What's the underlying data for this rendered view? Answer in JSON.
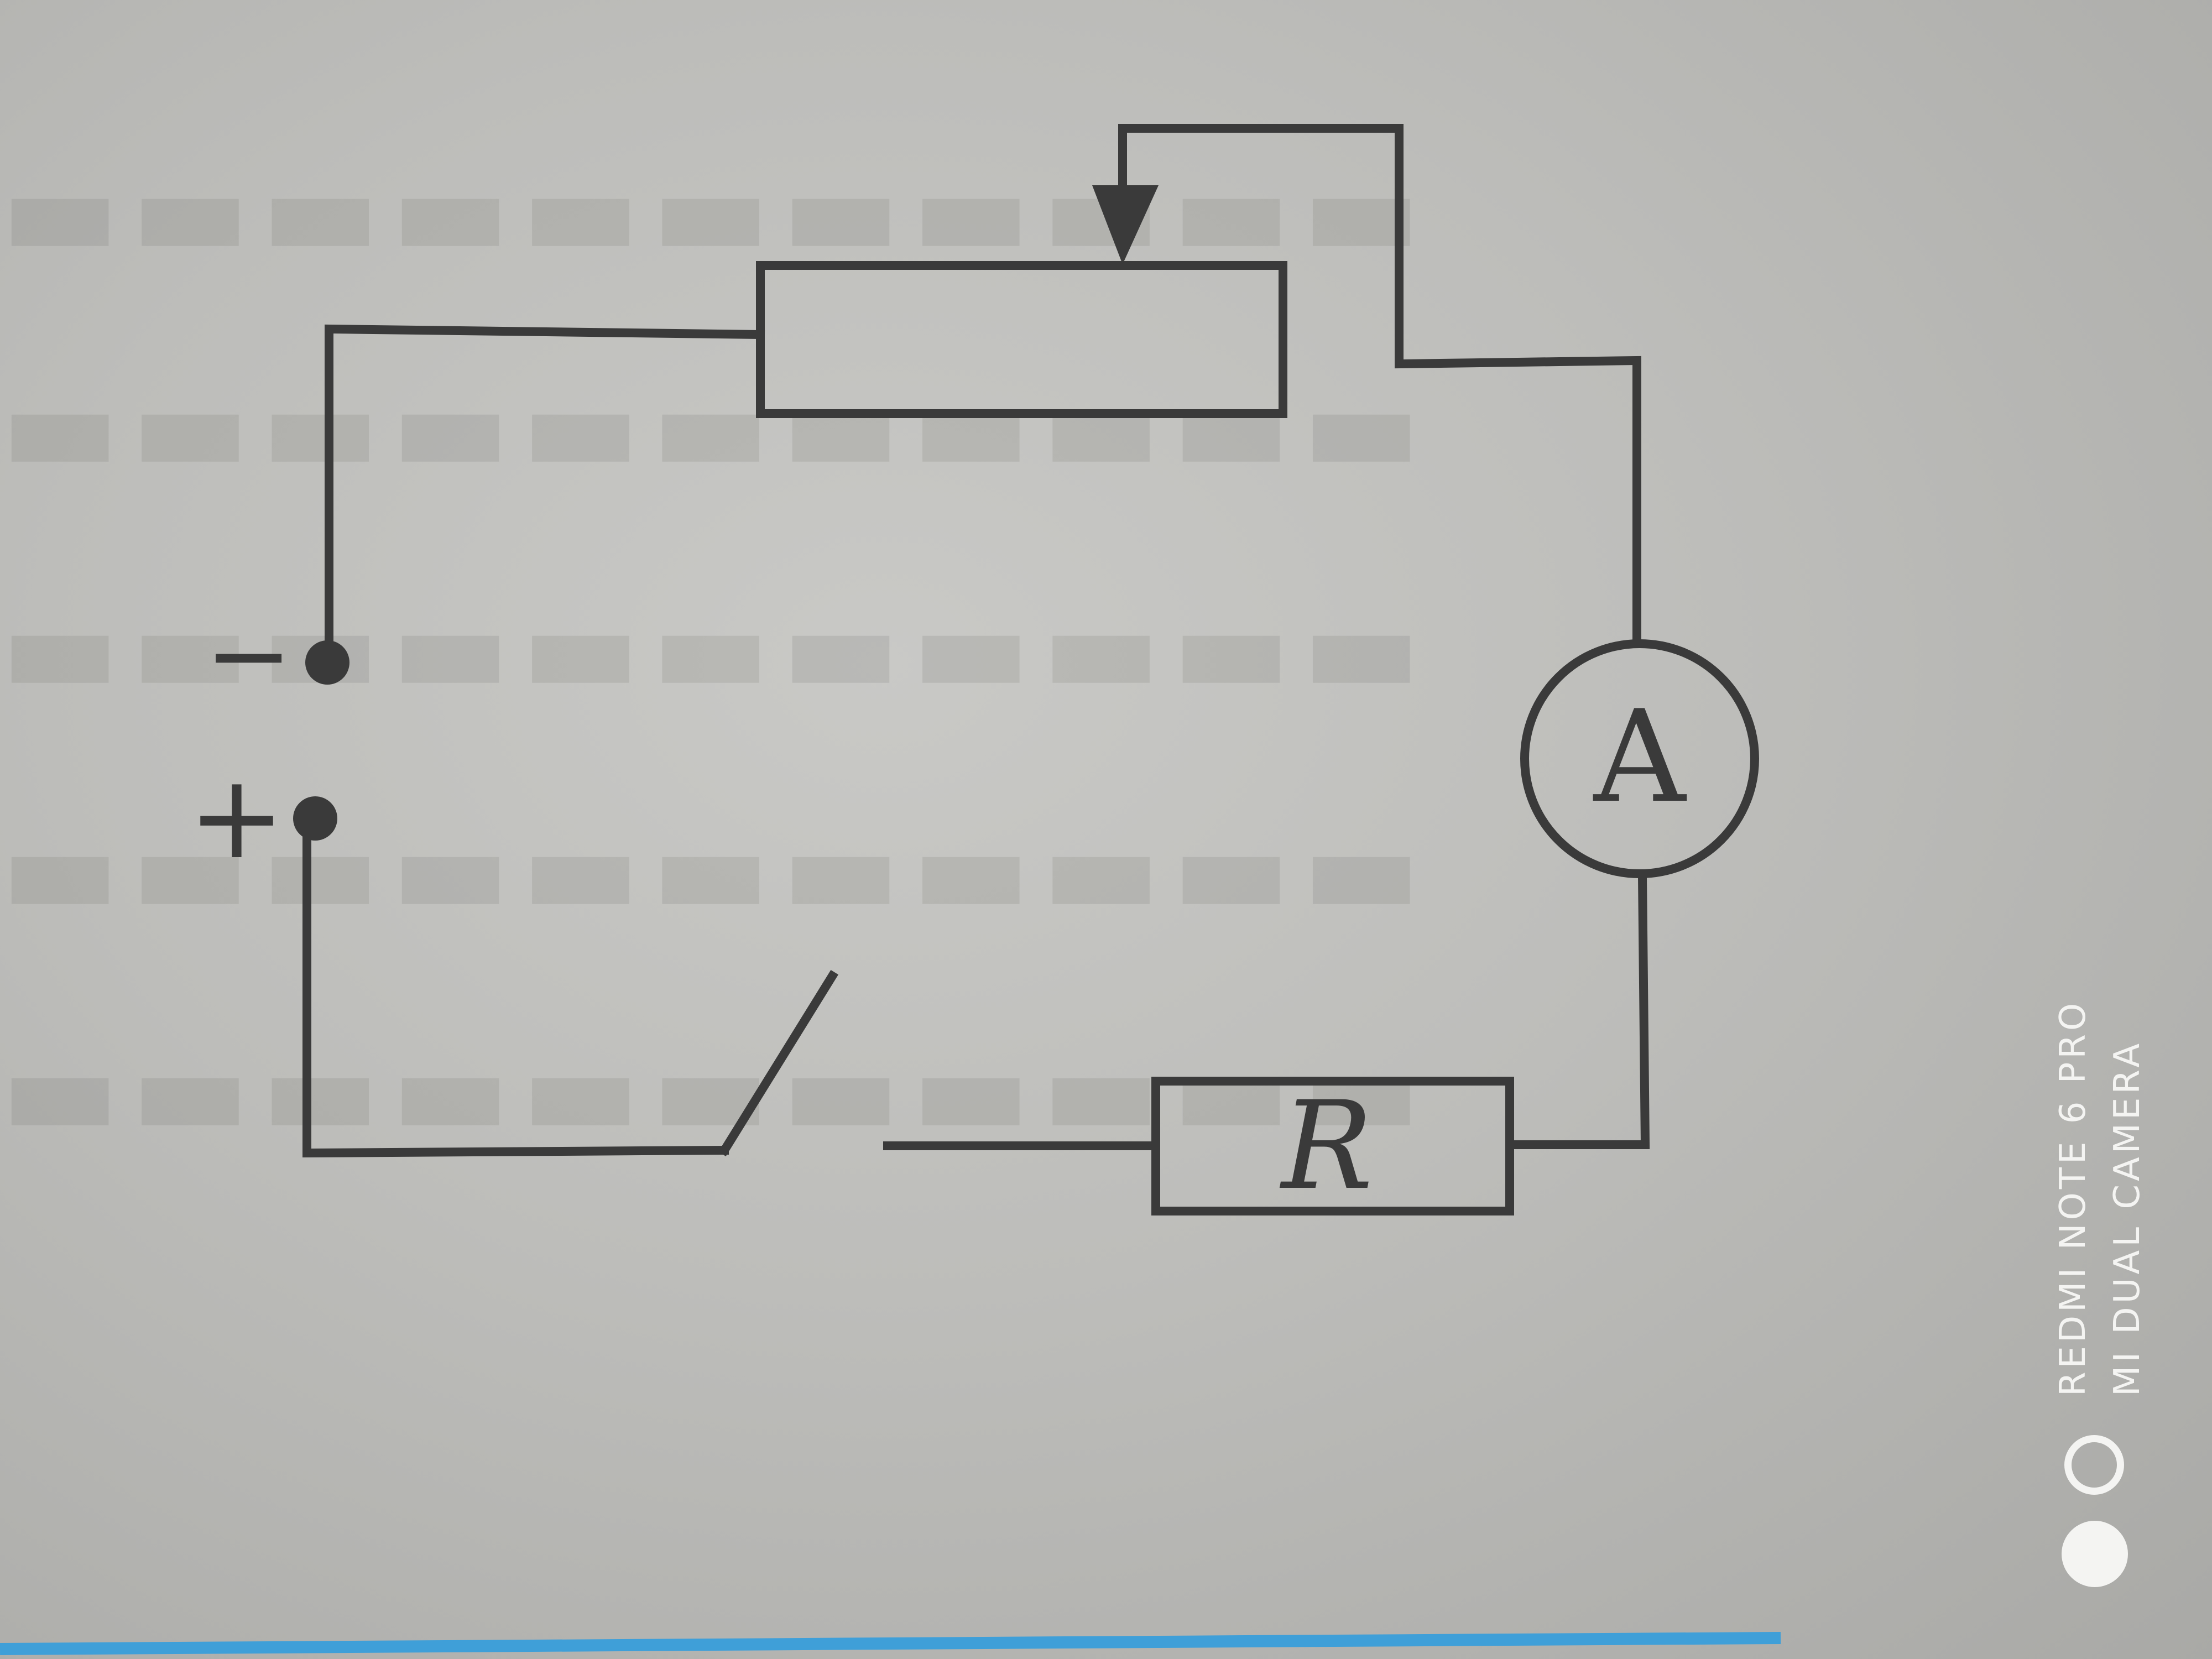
{
  "diagram": {
    "terminals": {
      "negative_sign": "−",
      "positive_sign": "+"
    },
    "ammeter": {
      "label": "A"
    },
    "resistor": {
      "label": "R"
    }
  },
  "watermark": {
    "line1": "REDMI NOTE 6 PRO",
    "line2": "MI DUAL CAMERA"
  },
  "colors": {
    "ink": "#3a3a3a",
    "bottom_rule": "#3f9fd8",
    "watermark": "#f4f4f2"
  }
}
